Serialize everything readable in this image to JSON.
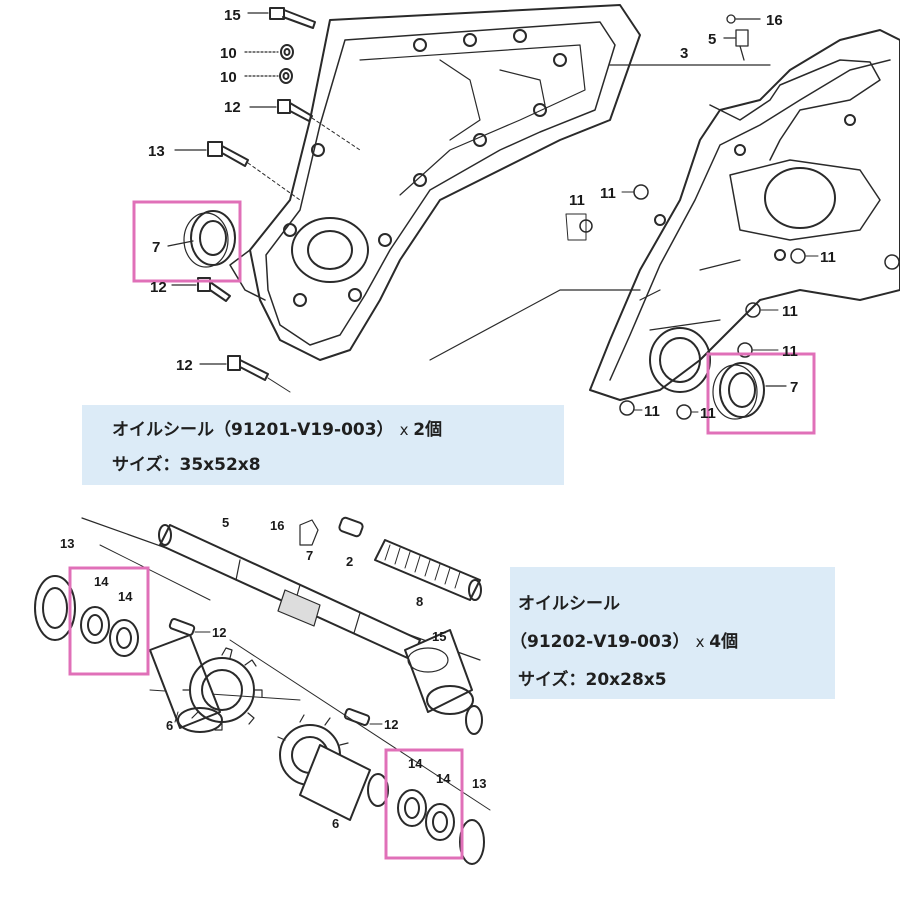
{
  "diagram_top": {
    "labels": {
      "p15": "15",
      "p10a": "10",
      "p10b": "10",
      "p12a": "12",
      "p13": "13",
      "p7a": "7",
      "p12b": "12",
      "p12c": "12",
      "p16": "16",
      "p5": "5",
      "p3": "3",
      "p11a": "11",
      "p11b": "11",
      "p11c": "11",
      "p11d": "11",
      "p11e": "11",
      "p11f": "11",
      "p11g": "11",
      "p7b": "7"
    }
  },
  "diagram_bottom": {
    "labels": {
      "p13": "13",
      "p5": "5",
      "p16": "16",
      "p7": "7",
      "p2": "2",
      "p8": "8",
      "p14a": "14",
      "p14b": "14",
      "p12a": "12",
      "p15": "15",
      "p6a": "6",
      "p12b": "12",
      "p14c": "14",
      "p14d": "14",
      "p6b": "6",
      "p13r": "13"
    }
  },
  "colors": {
    "highlight": "#e070b8",
    "panel": "#dcebf7",
    "line": "#2a2a2a"
  },
  "info_top": {
    "line1": "オイルシール（91201-V19-003）",
    "times": "x",
    "qty": "2個",
    "line2": "サイズ：35x52x8"
  },
  "info_bottom": {
    "line1": "オイルシール",
    "line2": "（91202-V19-003）",
    "times": "x",
    "qty": "4個",
    "line3": "サイズ：20x28x5"
  }
}
